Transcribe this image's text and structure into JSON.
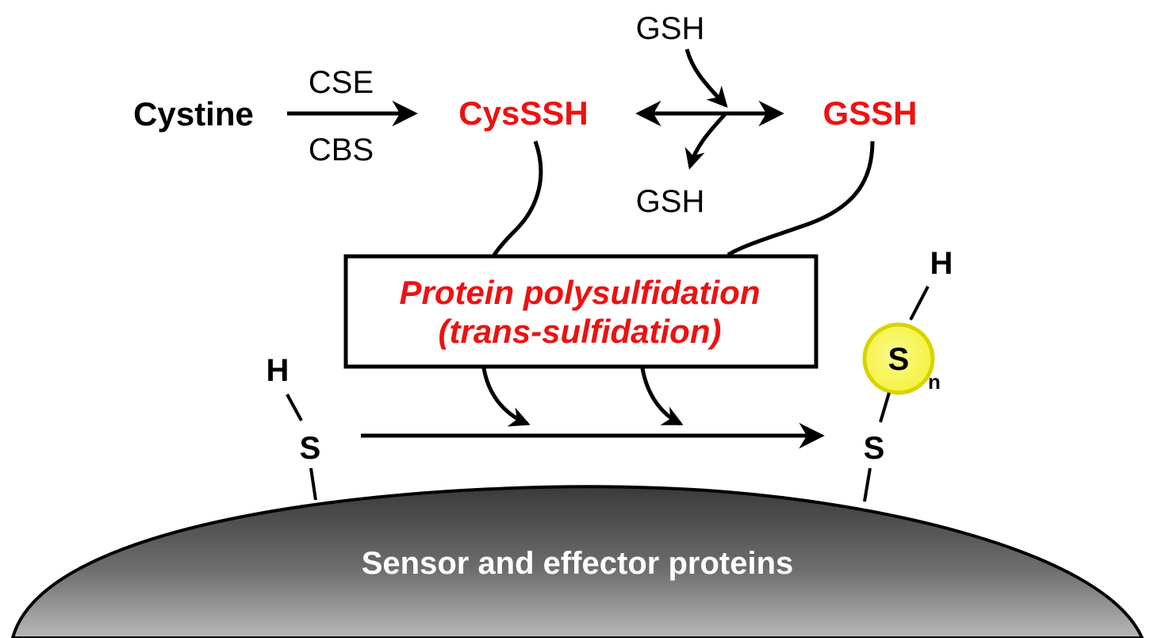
{
  "colors": {
    "highlight": "#ee1111",
    "ink": "#000000",
    "sulfur_ball": "#f4f23a",
    "sulfur_ball_edge": "#d8d400",
    "protein_dark": "#3a3a3a",
    "protein_light": "#b8b8b8",
    "protein_text": "#ffffff"
  },
  "pathway": {
    "substrate": "Cystine",
    "enzyme_top": "CSE",
    "enzyme_bottom": "CBS",
    "product_1": "CysSSH",
    "product_2": "GSSH",
    "cofactor_in": "GSH",
    "cofactor_out": "GSH"
  },
  "process_box": {
    "line1": "Protein polysulfidation",
    "line2": "(trans-sulfidation)"
  },
  "thiol_left": {
    "hydrogen": "H",
    "sulfur": "S"
  },
  "thiol_right": {
    "hydrogen": "H",
    "sulfur_chain": "S",
    "subscript": "n",
    "sulfur": "S"
  },
  "protein": {
    "label": "Sensor and effector proteins"
  }
}
